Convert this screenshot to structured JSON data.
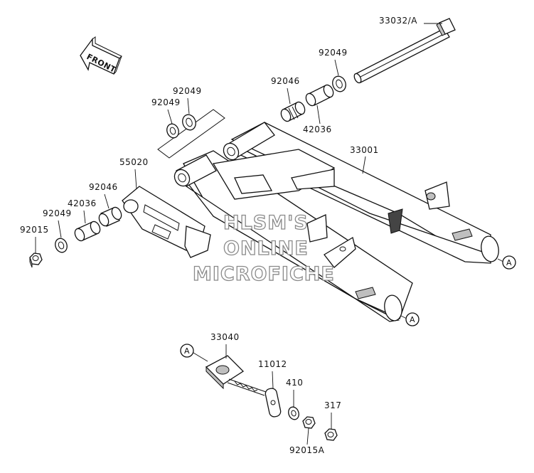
{
  "front_arrow": {
    "text": "FRONT"
  },
  "watermark": {
    "line1": "HLSM'S",
    "line2": "ONLINE",
    "line3": "MICROFICHE"
  },
  "callout_letter": "A",
  "parts": {
    "axle": "33032/A",
    "washer_upper_right": "92049",
    "bearing_upper": "92046",
    "collar_upper": "42036",
    "washer_left_a": "92049",
    "washer_left_b": "92049",
    "swingarm": "33001",
    "chain_guide": "55020",
    "bearing_lower": "92046",
    "collar_lower": "42036",
    "washer_lower": "92049",
    "nut_lower": "92015",
    "chain_adjuster": "33040",
    "plate": "11012",
    "washer_410": "410",
    "nut_317": "317",
    "nut_bottom": "92015A"
  }
}
